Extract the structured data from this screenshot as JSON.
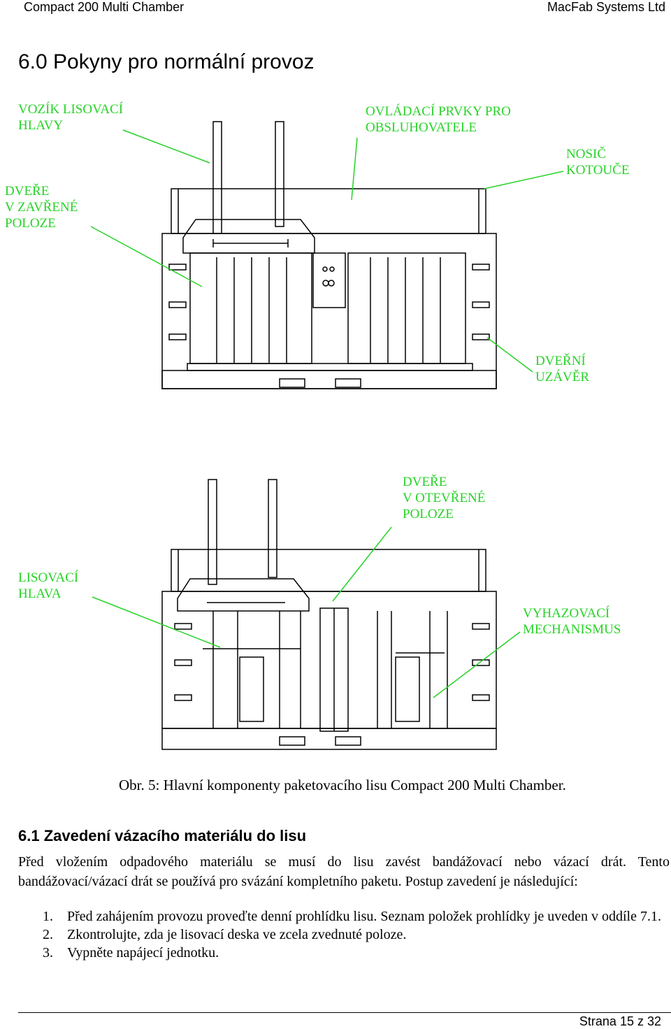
{
  "header": {
    "left": "Compact 200 Multi Chamber",
    "right": "MacFab Systems Ltd"
  },
  "section_title": "6.0 Pokyny pro normální provoz",
  "figure": {
    "labels": {
      "carriage": "VOZÍK LISOVACÍ\nHLAVY",
      "controls": "OVLÁDACÍ PRVKY PRO\nOBSLUHOVATELE",
      "reel_holder": "NOSIČ\nKOTOUČE",
      "doors_closed": "DVEŘE\nV ZAVŘENÉ\nPOLOZE",
      "door_lock": "DVEŘNÍ\nUZÁVĚR",
      "doors_open": "DVEŘE\nV OTEVŘENÉ\nPOLOZE",
      "press_head": "LISOVACÍ\nHLAVA",
      "ejector": "VYHAZOVACÍ\nMECHANISMUS"
    },
    "label_color": "#27d327",
    "caption": "Obr. 5: Hlavní komponenty paketovacího lisu Compact 200 Multi Chamber."
  },
  "subsection_title": "6.1 Zavedení vázacího materiálu do lisu",
  "paragraph": "Před vložením odpadového materiálu se musí do lisu zavést bandážovací nebo vázací drát. Tento bandážovací/vázací drát se používá pro svázání kompletního paketu. Postup zavedení je následující:",
  "steps": [
    {
      "num": "1.",
      "text": "Před zahájením provozu proveďte denní prohlídku lisu. Seznam položek prohlídky je uveden v oddíle 7.1."
    },
    {
      "num": "2.",
      "text": "Zkontrolujte, zda je lisovací deska ve zcela zvednuté poloze."
    },
    {
      "num": "3.",
      "text": "Vypněte napájecí jednotku."
    }
  ],
  "footer": {
    "page": "Strana 15 z 32"
  }
}
